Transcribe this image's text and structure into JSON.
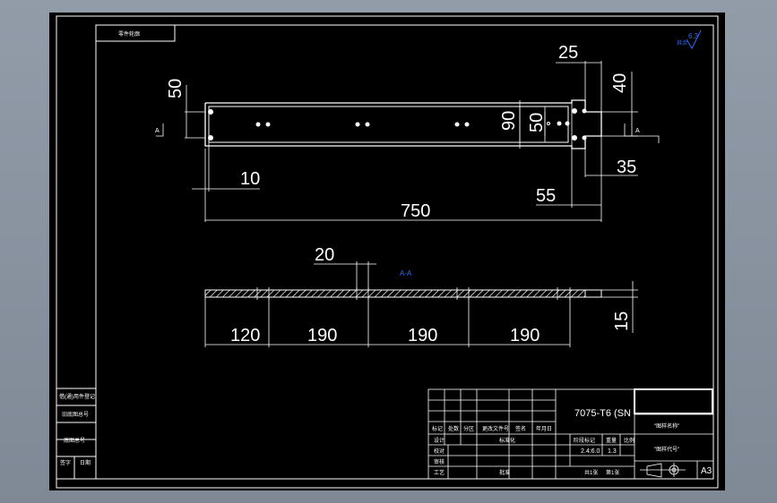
{
  "drawing": {
    "title_cell": "零件轮廓",
    "surface_symbol": {
      "value": "6.3",
      "prefix": "其余"
    },
    "section_label": "A-A",
    "section_arrow_left": "A",
    "section_arrow_right": "A",
    "material": "7075-T6 (SN",
    "sheet_size": "A3",
    "drawing_name": "\"图样名称\"",
    "drawing_code": "\"图样代号\"",
    "scale_value": "2.4:6.0",
    "mass_value": "1.3",
    "sheet_count": "共1张",
    "sheet_index": "第1张",
    "side_labels": [
      "借(通)用件登记",
      "旧底图总号",
      "底图总号",
      "签字",
      "日期"
    ],
    "title_block_labels": [
      "标记",
      "处数",
      "分区",
      "更改文件号",
      "签名",
      "年月日",
      "设计",
      "标准化",
      "校对",
      "审核",
      "工艺",
      "批准",
      "阶段标记",
      "重量",
      "比例"
    ]
  },
  "dimensions": {
    "top_view": {
      "overall_length": "750",
      "hole_edge_offset": "10",
      "left_hole_spacing": "50",
      "right_width_outer": "90",
      "right_width_inner": "50",
      "right_end_offset": "25",
      "slot_width": "40",
      "end_depth": "35",
      "end_length": "55"
    },
    "section_view": {
      "first_pitch": "120",
      "pitch_2": "190",
      "pitch_3": "190",
      "pitch_4": "190",
      "slot_size": "20",
      "thickness": "15"
    }
  },
  "colors": {
    "paper": "#000000",
    "line": "#ffffff",
    "annotation": "#2f6bff"
  }
}
